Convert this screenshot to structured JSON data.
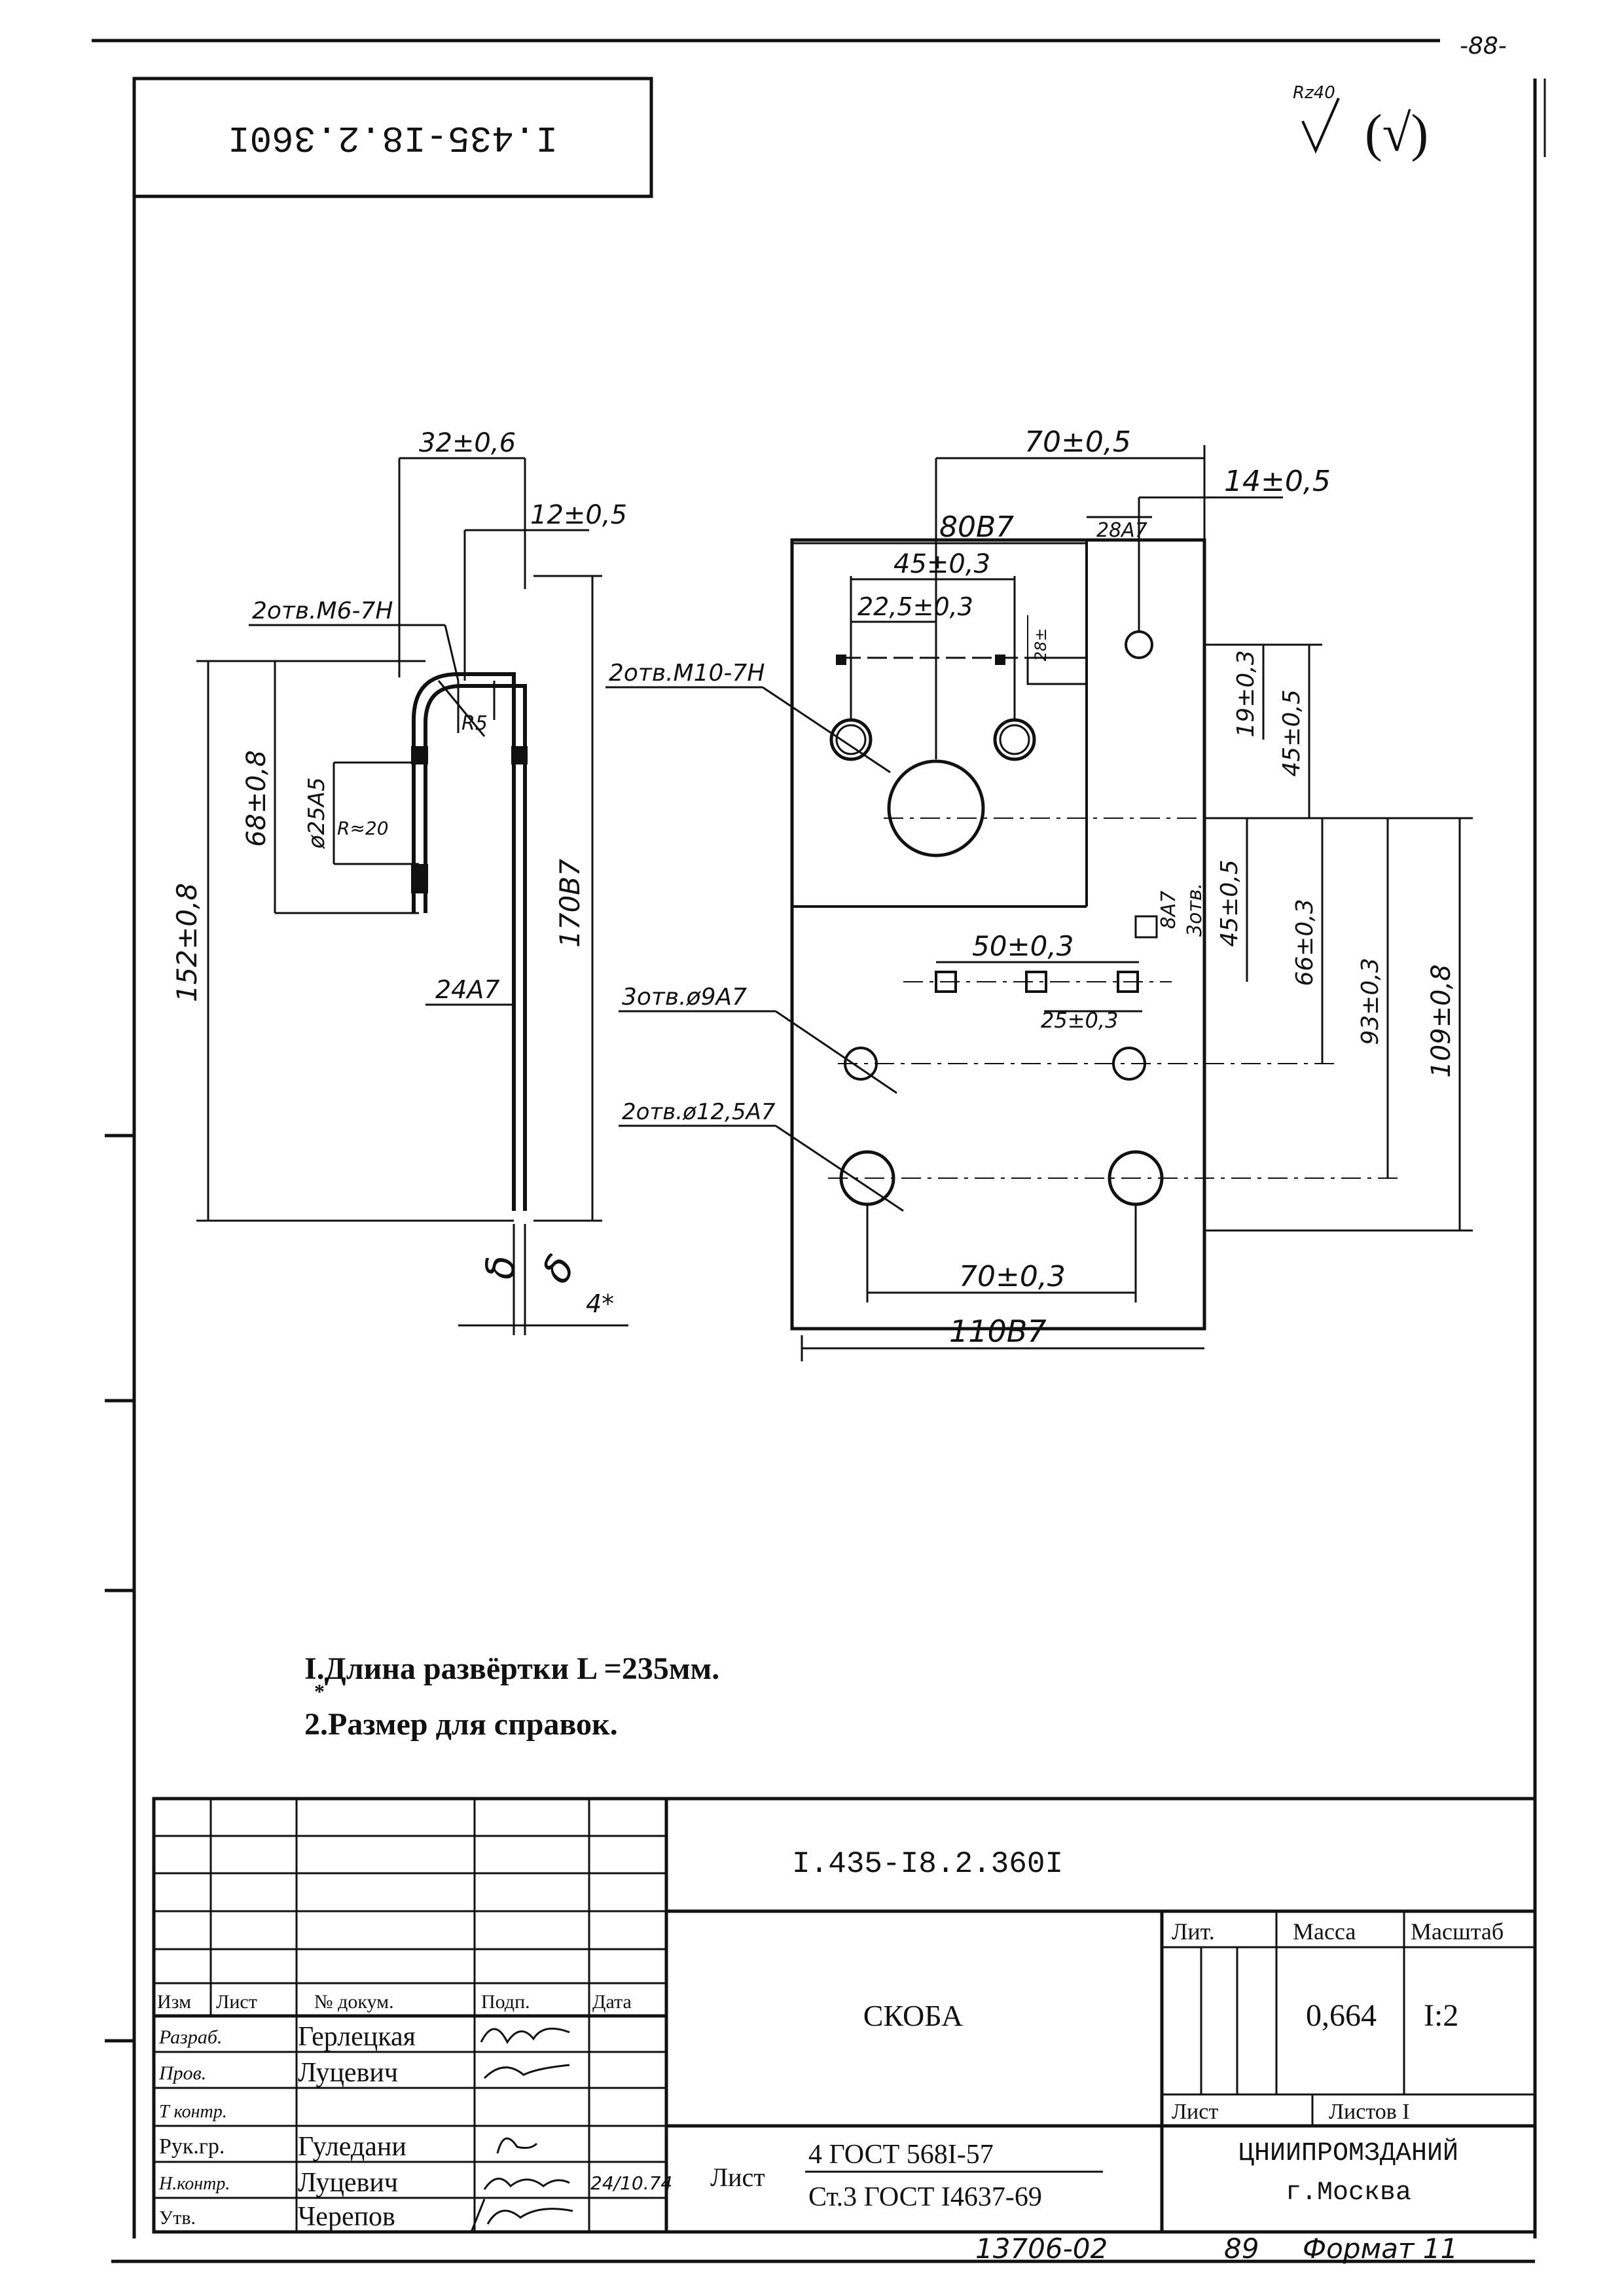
{
  "page_number": "-88-",
  "stamp_code_rotated": "I.435-I8.2.360I",
  "roughness": {
    "symbol": "Rz40",
    "parenthetical": "(√)"
  },
  "side_view": {
    "d_32": "32±0,6",
    "d_12": "12±0,5",
    "holes_m6": "2отв.M6-7H",
    "r5": "R5",
    "d_68": "68±0,8",
    "phi25": "ø25A5",
    "r20": "R≈20",
    "d_152": "152±0,8",
    "d_170": "170В7",
    "d_24": "24А7",
    "s_mark": "δ",
    "star": "4*"
  },
  "front_view": {
    "d_70_top": "70±0,5",
    "d_14": "14±0,5",
    "d_80": "80В7",
    "d_28": "28А7",
    "d_45a": "45±0,3",
    "d_225": "22,5±0,3",
    "d_28_small": "28±",
    "holes_m10": "2отв.M10-7H",
    "d_19": "19±0,3",
    "d_45r": "45±0,5",
    "d_8a": "8А7",
    "d_3otv": "3отв.",
    "d_50": "50±0,3",
    "d_45b": "45±0,5",
    "d_66": "66±0,3",
    "holes_phi9": "3отв.ø9А7",
    "d_25": "25±0,3",
    "d_93": "93±0,3",
    "d_109": "109±0,8",
    "holes_phi12": "2отв.ø12,5А7",
    "d_70_bottom": "70±0,3",
    "d_110": "110В7"
  },
  "notes": {
    "note1": "I.Длина развёртки L =235мм.",
    "note2": "2.Размер для справок.",
    "note2_star": "*"
  },
  "title_block": {
    "doc_code": "I.435-I8.2.360I",
    "cols": {
      "izm": "Изм",
      "list": "Лист",
      "doc": "№ докум.",
      "sign": "Подп.",
      "date": "Дата"
    },
    "roles": [
      {
        "role": "Разраб.",
        "name": "Герлецкая"
      },
      {
        "role": "Пров.",
        "name": "Луцевич"
      },
      {
        "role": "Т контр.",
        "name": ""
      },
      {
        "role": "Рук.гр.",
        "name": "Гуледани"
      },
      {
        "role": "Н.контр.",
        "name": "Луцевич"
      },
      {
        "role": "Утв.",
        "name": "Черепов"
      }
    ],
    "date_written": "24/10.74",
    "part_name": "СКОБА",
    "headers": {
      "lit": "Лит.",
      "mass": "Масса",
      "scale": "Масштаб"
    },
    "mass": "0,664",
    "scale": "I:2",
    "sheet": "Лист",
    "sheets": "Листов I",
    "material_label": "Лист",
    "material_top": "4 ГОСТ 568I-57",
    "material_bottom": "Ст.3 ГОСТ I4637-69",
    "org": "ЦНИИПРОМЗДАНИЙ",
    "city": "г.Москва"
  },
  "footer": {
    "inv": "13706-02",
    "page": "89",
    "format": "Формат 11"
  }
}
